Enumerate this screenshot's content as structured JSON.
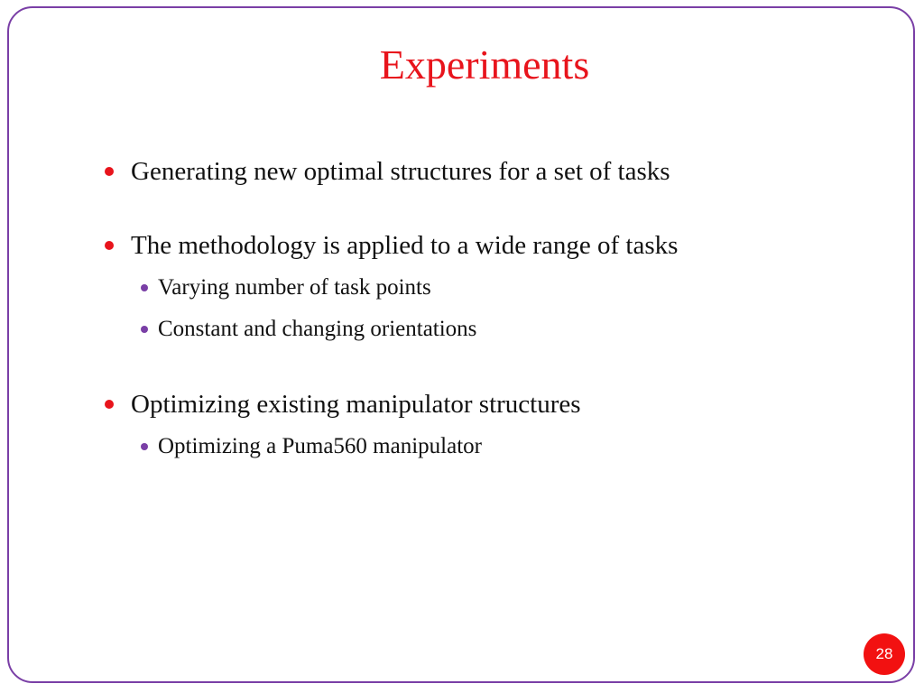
{
  "slide": {
    "title": "Experiments",
    "page_number": "28",
    "colors": {
      "title": "#e8141c",
      "bullet": "#e8141c",
      "sub_bullet": "#7a3fa6",
      "frame": "#7a3fa6",
      "page_badge": "#f21111"
    },
    "items": [
      {
        "text": "Generating new optimal structures for a set of tasks",
        "subitems": []
      },
      {
        "text": "The methodology is applied to a wide range of tasks",
        "subitems": [
          "Varying number of task points",
          "Constant and changing orientations"
        ]
      },
      {
        "text": "Optimizing existing manipulator structures",
        "subitems": [
          "Optimizing a Puma560 manipulator"
        ]
      }
    ]
  }
}
